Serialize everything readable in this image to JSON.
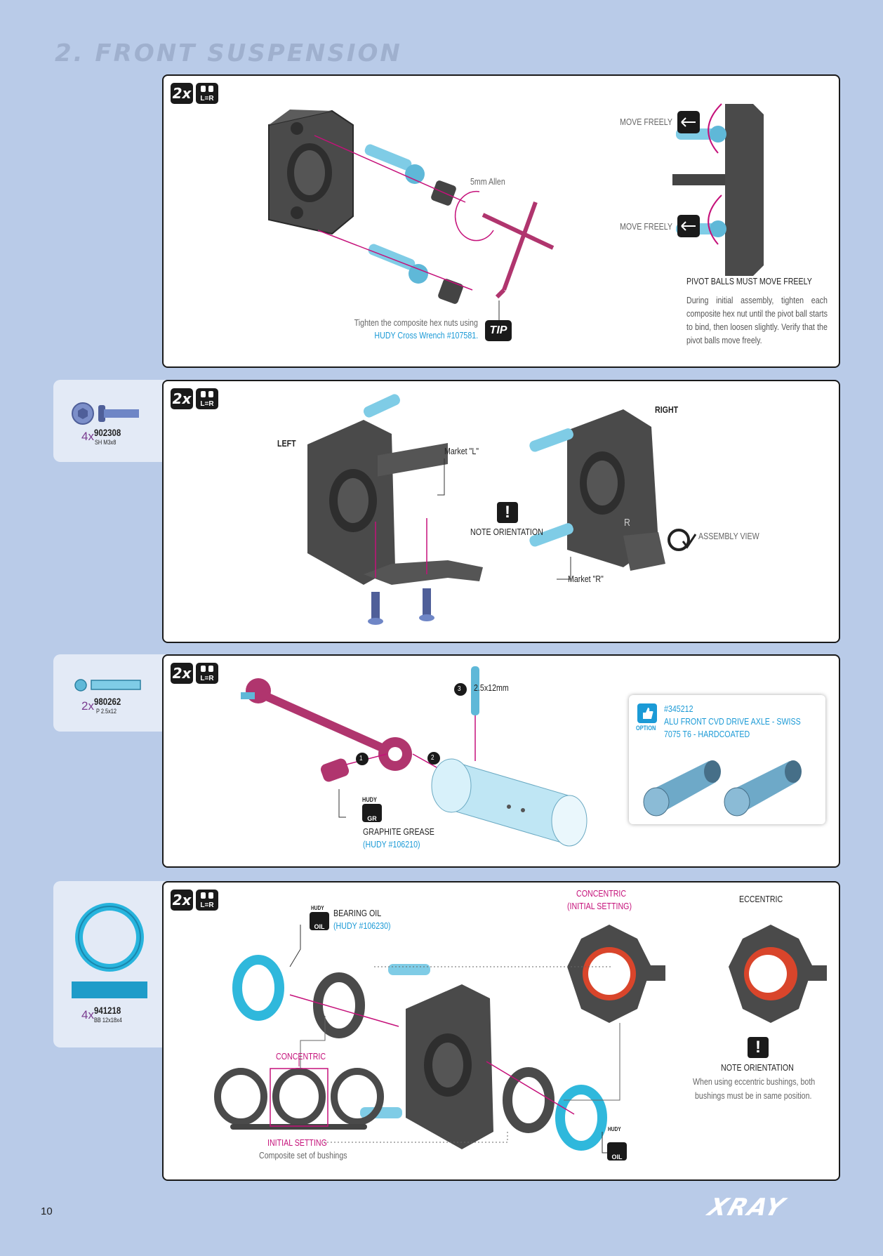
{
  "section_title": "2. FRONT SUSPENSION",
  "page_number": "10",
  "brand": "XRAY",
  "colors": {
    "background": "#b9cbe8",
    "accent_cyan": "#1b9ad6",
    "accent_magenta": "#c5117a",
    "part_gray": "#4a4a4a",
    "part_blue": "#5fb8d8"
  },
  "step1": {
    "qty_badge": "2x",
    "lr_badge": "L=R",
    "move_freely_1": "MOVE FREELY",
    "move_freely_2": "MOVE FREELY",
    "tool_label": "5mm Allen",
    "tip_text_1": "Tighten the composite hex nuts using",
    "tip_text_2": "HUDY Cross Wrench #107581.",
    "tip_badge": "TIP",
    "note_title": "PIVOT BALLS MUST MOVE FREELY",
    "note_body": "During initial assembly, tighten each composite hex nut until the pivot ball starts to bind, then loosen slightly. Verify that the pivot balls move freely."
  },
  "step2": {
    "qty_badge": "2x",
    "lr_badge": "L=R",
    "part": {
      "qty": "4x",
      "number": "902308",
      "desc": "SH M3x8"
    },
    "left_label": "LEFT",
    "right_label": "RIGHT",
    "market_l": "Market \"L\"",
    "market_r": "Market \"R\"",
    "note_orientation": "NOTE ORIENTATION",
    "assembly_view": "ASSEMBLY VIEW",
    "r_mark": "R"
  },
  "step3": {
    "qty_badge": "2x",
    "lr_badge": "L=R",
    "part": {
      "qty": "2x",
      "number": "980262",
      "desc": "P 2.5x12"
    },
    "pin_label": "2.5x12mm",
    "step_numbers": [
      "1",
      "2",
      "3"
    ],
    "grease_brand": "HUDY",
    "grease_icon": "GR",
    "grease_label": "GRAPHITE GREASE",
    "grease_ref": "(HUDY #106210)",
    "option": {
      "badge": "OPTION",
      "number": "#345212",
      "line1": "ALU FRONT CVD DRIVE AXLE - SWISS",
      "line2": "7075 T6 - HARDCOATED"
    }
  },
  "step4": {
    "qty_badge": "2x",
    "lr_badge": "L=R",
    "part": {
      "qty": "4x",
      "number": "941218",
      "desc": "BB 12x18x4"
    },
    "oil_brand": "HUDY",
    "oil_icon": "OIL",
    "bearing_oil": "BEARING OIL",
    "bearing_oil_ref": "(HUDY #106230)",
    "concentric_top_1": "CONCENTRIC",
    "concentric_top_2": "(INITIAL SETTING)",
    "eccentric": "ECCENTRIC",
    "concentric_bottom": "CONCENTRIC",
    "initial_setting": "INITIAL SETTING",
    "composite_set": "Composite set of bushings",
    "note_title": "NOTE ORIENTATION",
    "note_body_1": "When using eccentric bushings, both",
    "note_body_2": "bushings must be in same position."
  }
}
